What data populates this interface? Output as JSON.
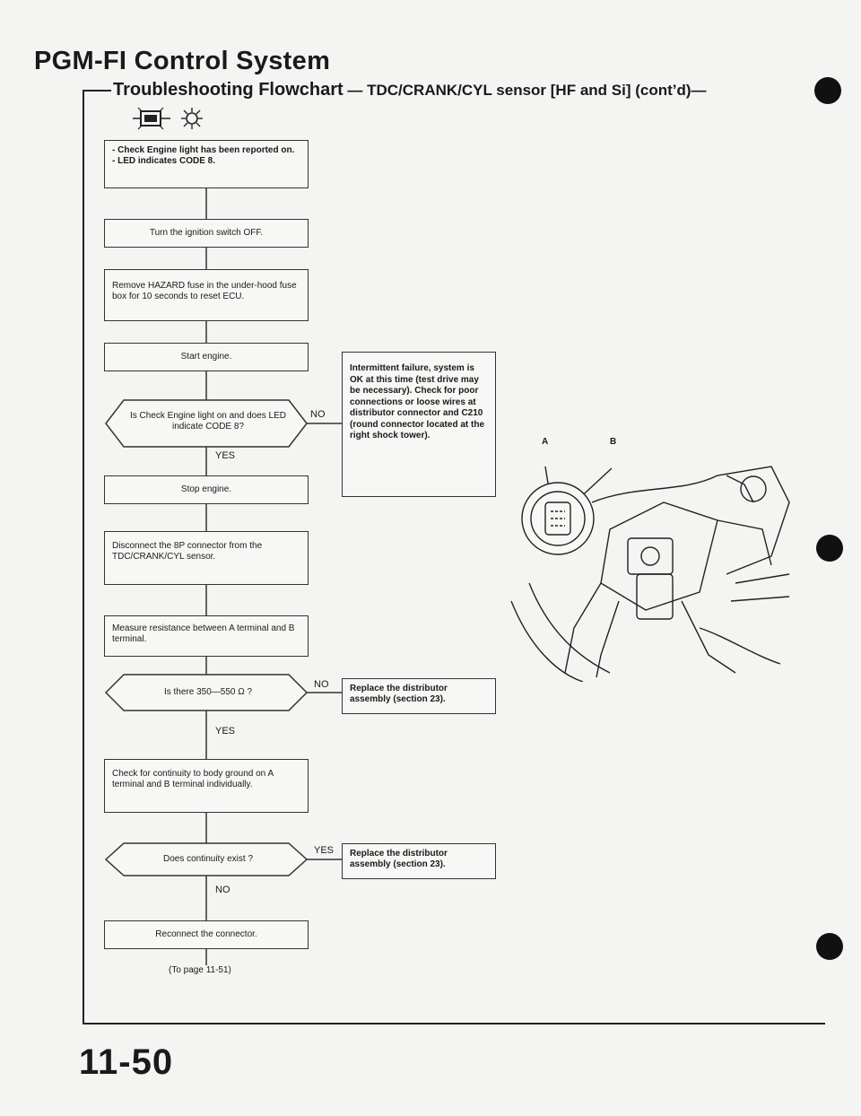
{
  "header": {
    "title": "PGM-FI Control System",
    "subtitle_a": "Troubleshooting Flowchart",
    "subtitle_b": " — TDC/CRANK/CYL sensor [HF and Si] (cont’d)—"
  },
  "flow": {
    "step1": "- Check Engine light has been reported on.\n- LED indicates CODE 8.",
    "step2": "Turn the ignition switch OFF.",
    "step3": "Remove HAZARD fuse in the under-hood fuse box for 10 seconds to reset ECU.",
    "step4": "Start engine.",
    "decision1": "Is Check Engine light on and does LED indicate CODE 8?",
    "decision1_no": "NO",
    "decision1_yes": "YES",
    "intermittent": "Intermittent failure, system is OK at this time (test drive may be necessary). Check for poor connections or loose wires at distributor connector and C210 (round connector located at the right shock tower).",
    "step5": "Stop engine.",
    "step6": "Disconnect the 8P connector from the TDC/CRANK/CYL sensor.",
    "step7": "Measure resistance between A terminal and B terminal.",
    "decision2": "Is there 350—550 Ω ?",
    "decision2_no": "NO",
    "decision2_yes": "YES",
    "replace1": "Replace the distributor assembly (section 23).",
    "step8": "Check for continuity to body ground on A terminal and B terminal individually.",
    "decision3": "Does continuity exist ?",
    "decision3_yes": "YES",
    "decision3_no": "NO",
    "replace2": "Replace the distributor assembly (section 23).",
    "step9": "Reconnect the connector.",
    "to_page": "(To page 11-51)"
  },
  "illustration": {
    "label_a": "A",
    "label_b": "B"
  },
  "footer": {
    "page_number": "11-50"
  }
}
